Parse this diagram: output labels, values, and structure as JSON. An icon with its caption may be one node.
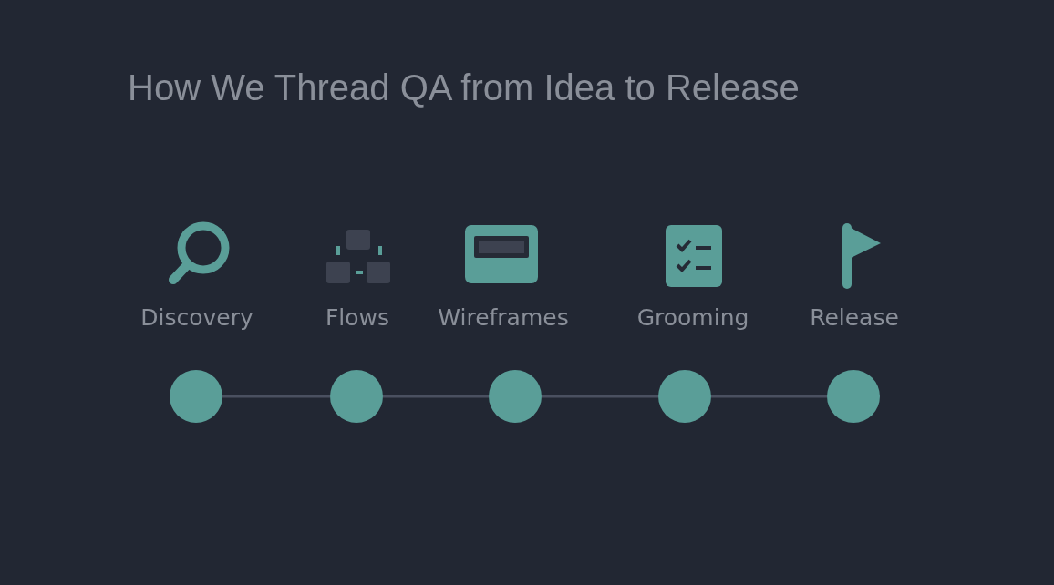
{
  "diagram": {
    "title": "How We Thread QA from Idea to Release",
    "nodes": [
      {
        "text": [],
        "shape": "circle",
        "beside": [
          "Discovery"
        ]
      },
      {
        "text": [],
        "shape": "circle",
        "beside": [
          "Flows"
        ]
      },
      {
        "text": [],
        "shape": "circle",
        "beside": [
          "Wireframes"
        ]
      },
      {
        "text": [],
        "shape": "circle",
        "beside": [
          "Grooming"
        ]
      },
      {
        "text": [],
        "shape": "circle",
        "beside": [
          "Release"
        ]
      }
    ],
    "edges": [
      {
        "from": 0,
        "to": 1,
        "arrow": "none"
      },
      {
        "from": 1,
        "to": 2,
        "arrow": "none"
      },
      {
        "from": 2,
        "to": 3,
        "arrow": "none"
      },
      {
        "from": 3,
        "to": 4,
        "arrow": "none"
      }
    ]
  }
}
